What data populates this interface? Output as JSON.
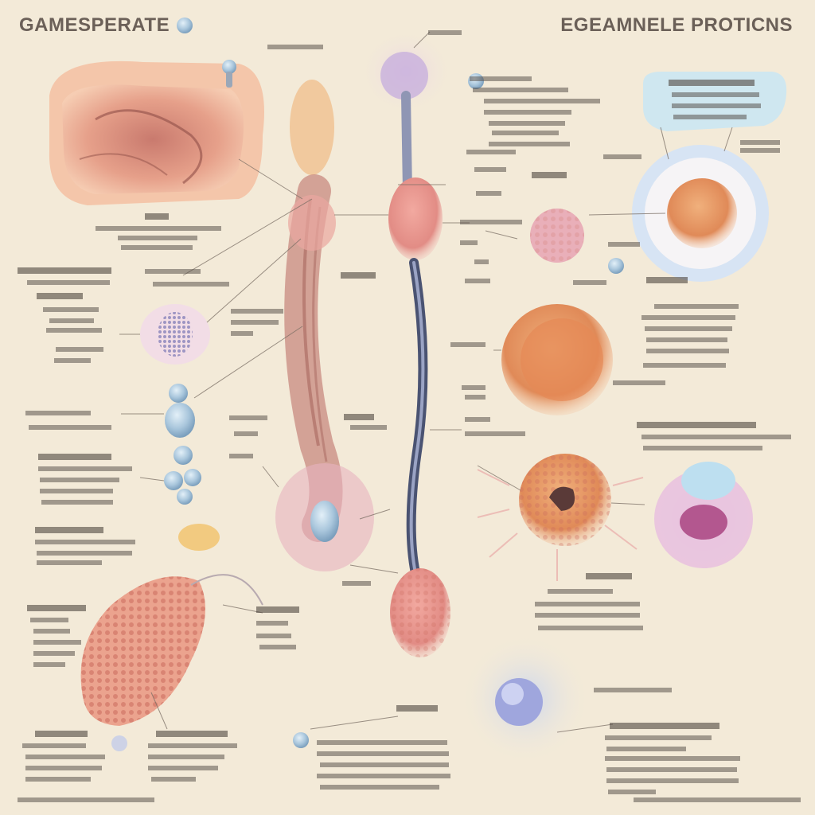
{
  "header": {
    "title_left": "GAMESPERATE",
    "title_right": "EGEAMNELE PROTICNS"
  },
  "colors": {
    "background": "#f3ead8",
    "title": "#6b6058",
    "leader_line": "#7a6e64",
    "uterus_tissue": "#e8a48c",
    "egg_cell": "#e89a6c",
    "sperm_cell": "#a9c6dc",
    "vesicle_purple": "#c99ac2"
  },
  "illustrations": [
    "uterus-cross-section",
    "oocyte-cell",
    "sperm-cluster",
    "ovary-tissue",
    "fallopian-tube",
    "zygote-embryo",
    "mature-egg-cell",
    "fertilized-egg",
    "membrane-vesicle",
    "blastocyst-sphere"
  ]
}
